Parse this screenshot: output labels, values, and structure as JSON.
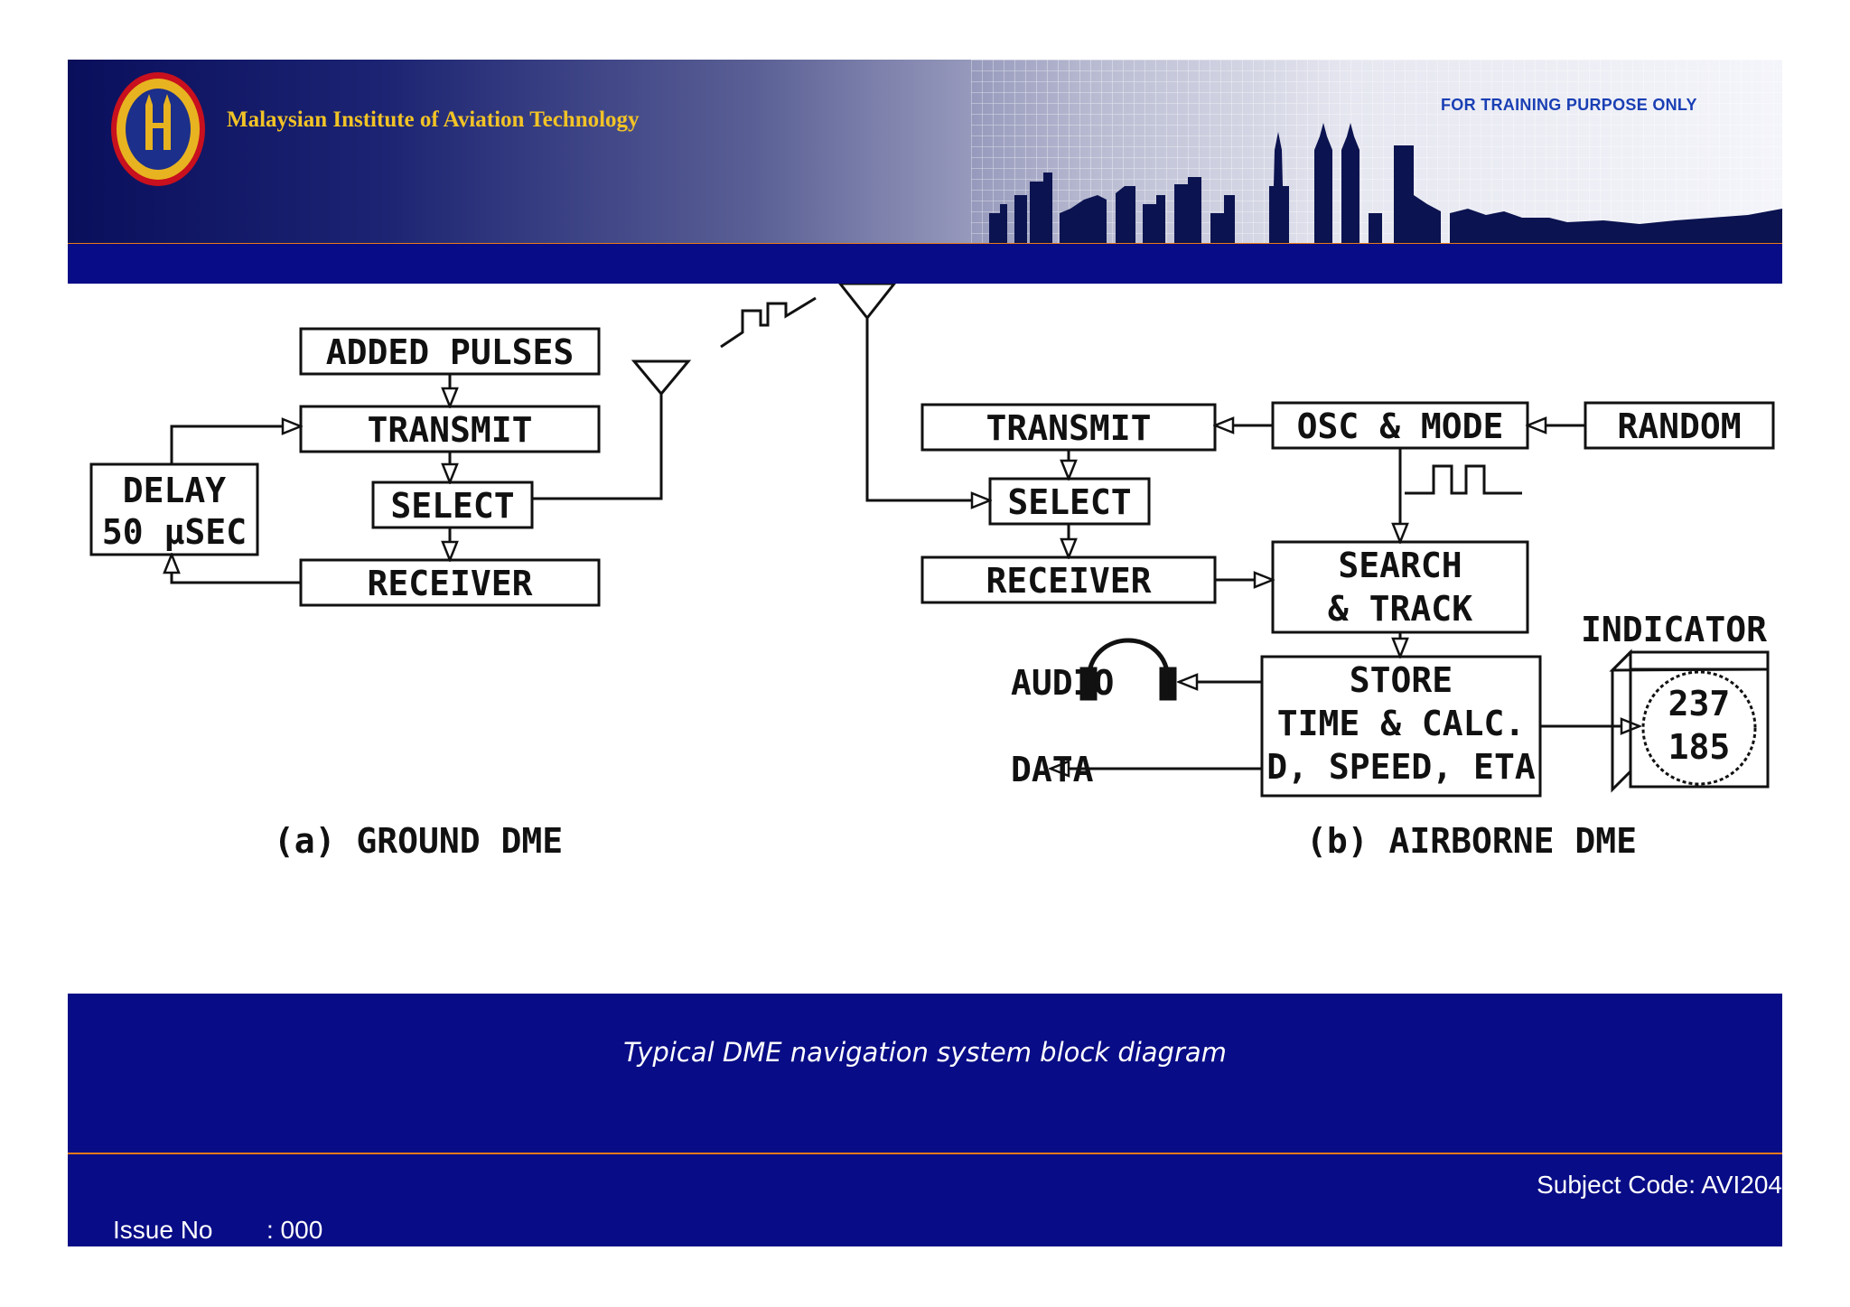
{
  "header": {
    "institute": "Malaysian Institute of Aviation Technology",
    "training_notice": "FOR TRAINING PURPOSE ONLY"
  },
  "diagram": {
    "ground": {
      "added_pulses": "ADDED PULSES",
      "transmit": "TRANSMIT",
      "select": "SELECT",
      "receiver": "RECEIVER",
      "delay_line1": "DELAY",
      "delay_line2": "50 µSEC",
      "caption": "(a) GROUND DME"
    },
    "airborne": {
      "transmit": "TRANSMIT",
      "osc_mode": "OSC & MODE",
      "random": "RANDOM",
      "select": "SELECT",
      "receiver": "RECEIVER",
      "search_line1": "SEARCH",
      "search_line2": "& TRACK",
      "store_line1": "STORE",
      "store_line2": "TIME & CALC.",
      "store_line3": "D, SPEED, ETA",
      "indicator_label": "INDICATOR",
      "indicator_value1": "237",
      "indicator_value2": "185",
      "audio": "AUDIO",
      "data": "DATA",
      "caption": "(b) AIRBORNE DME"
    }
  },
  "footer": {
    "caption": "Typical DME navigation system block diagram",
    "subject_code": "Subject Code: AVI204",
    "issue_label": "Issue No",
    "issue_value": ": 000"
  },
  "colors": {
    "header_dark": "#0a0f5c",
    "band_blue": "#080c86",
    "accent_orange": "#e97a1a",
    "institute_gold": "#f2c326",
    "notice_blue": "#1a3fb4"
  }
}
